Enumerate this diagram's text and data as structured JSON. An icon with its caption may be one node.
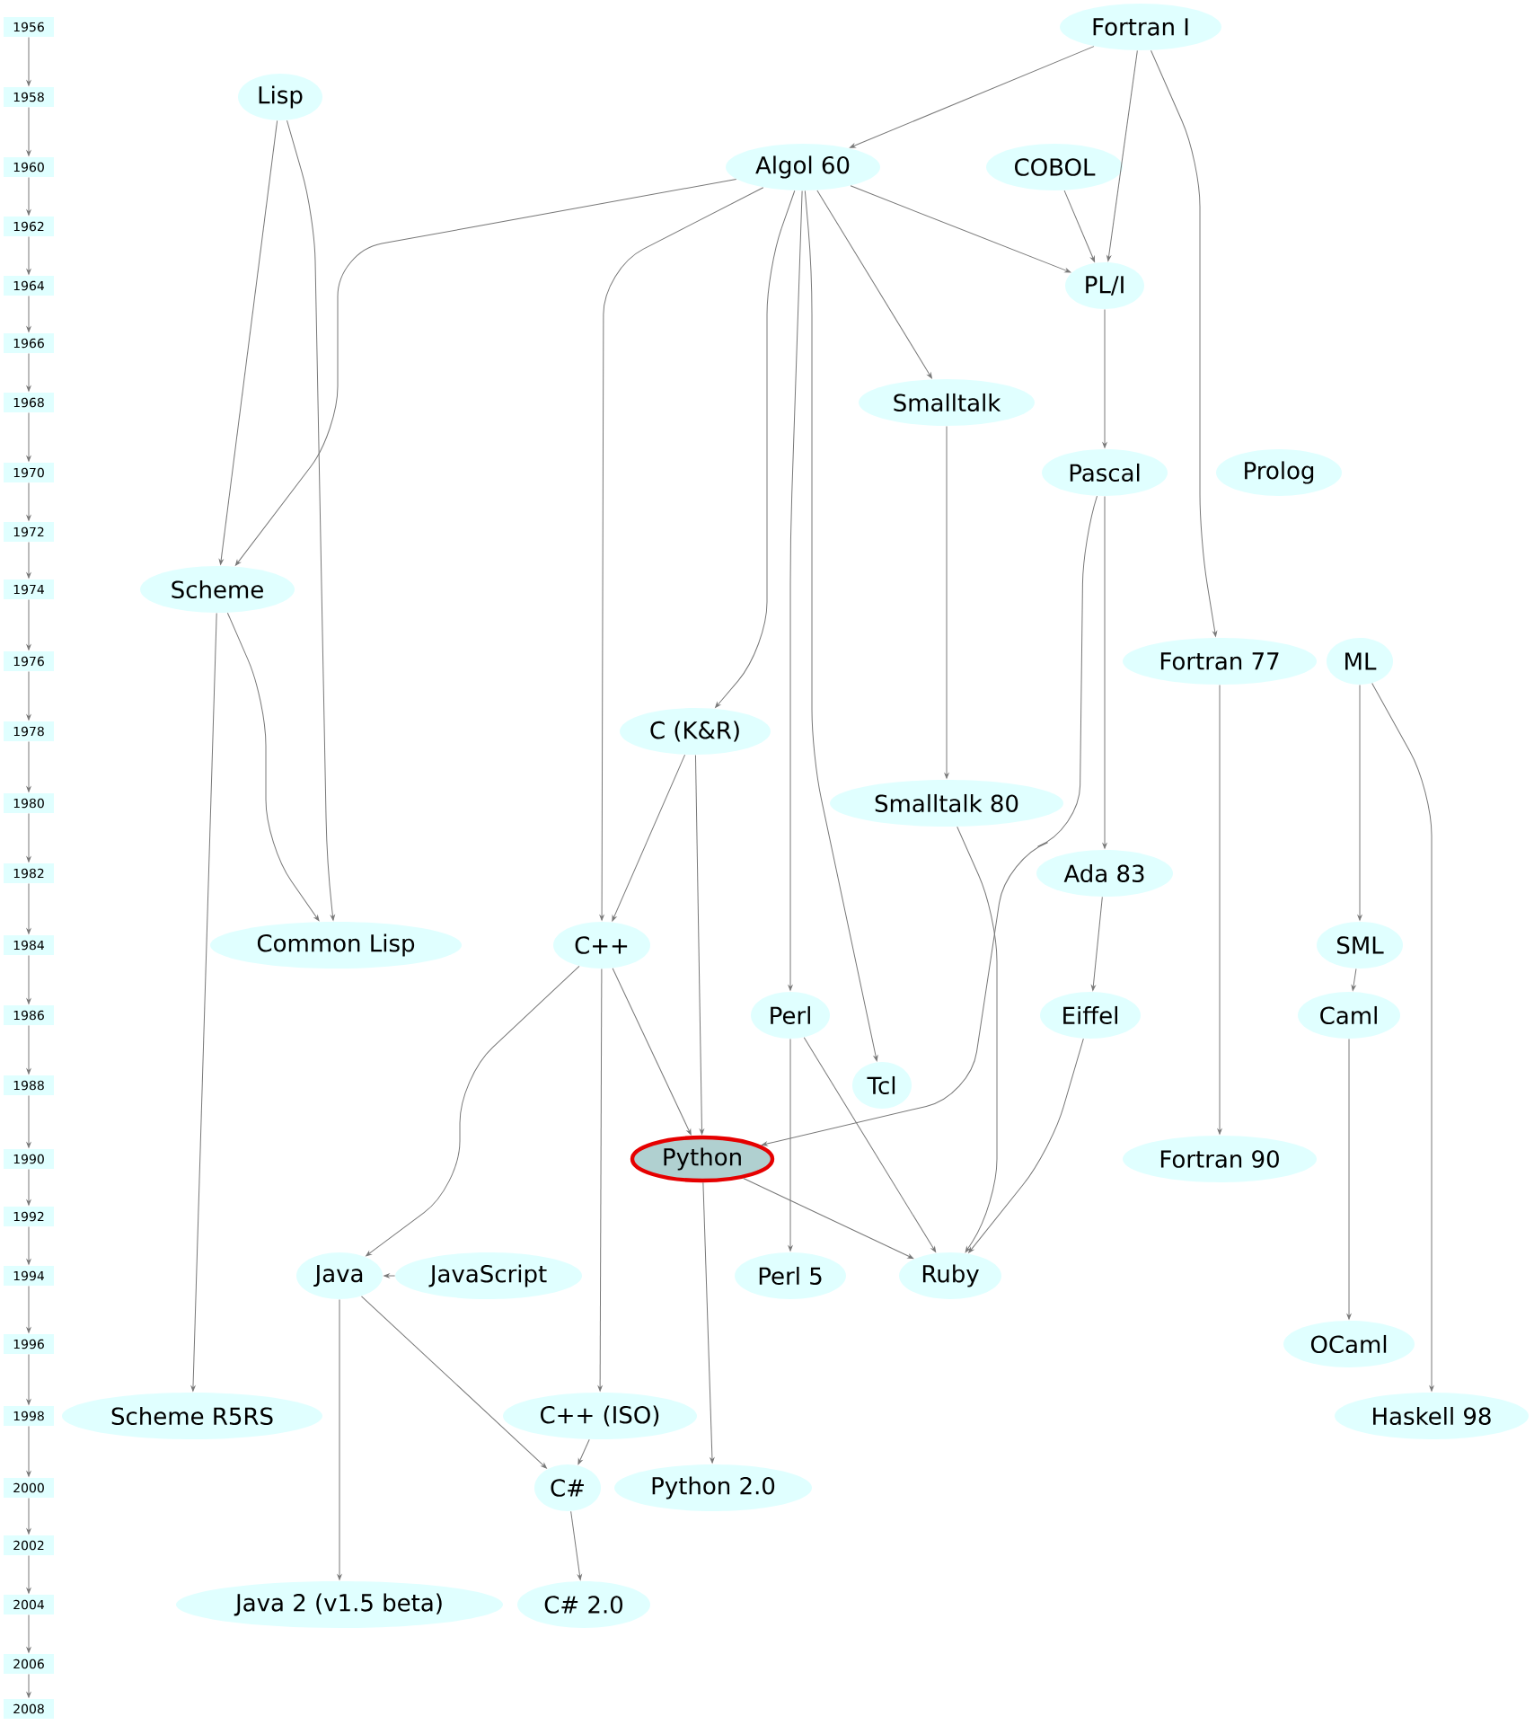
{
  "diagram": {
    "nodes": [
      {
        "text": [
          "1956"
        ]
      },
      {
        "text": [
          "1958"
        ]
      },
      {
        "text": [
          "1960"
        ]
      },
      {
        "text": [
          "1962"
        ]
      },
      {
        "text": [
          "1964"
        ]
      },
      {
        "text": [
          "1966"
        ]
      },
      {
        "text": [
          "1968"
        ]
      },
      {
        "text": [
          "1970"
        ]
      },
      {
        "text": [
          "1972"
        ]
      },
      {
        "text": [
          "1974"
        ]
      },
      {
        "text": [
          "1976"
        ]
      },
      {
        "text": [
          "1978"
        ]
      },
      {
        "text": [
          "1980"
        ]
      },
      {
        "text": [
          "1982"
        ]
      },
      {
        "text": [
          "1984"
        ]
      },
      {
        "text": [
          "1986"
        ]
      },
      {
        "text": [
          "1988"
        ]
      },
      {
        "text": [
          "1990"
        ]
      },
      {
        "text": [
          "1992"
        ]
      },
      {
        "text": [
          "1994"
        ]
      },
      {
        "text": [
          "1996"
        ]
      },
      {
        "text": [
          "1998"
        ]
      },
      {
        "text": [
          "2000"
        ]
      },
      {
        "text": [
          "2002"
        ]
      },
      {
        "text": [
          "2004"
        ]
      },
      {
        "text": [
          "2006"
        ]
      },
      {
        "text": [
          "2008"
        ]
      },
      {
        "text": [
          "Fortran I"
        ]
      },
      {
        "text": [
          "Lisp"
        ]
      },
      {
        "text": [
          "Algol 60"
        ]
      },
      {
        "text": [
          "COBOL"
        ]
      },
      {
        "text": [
          "PL/I"
        ]
      },
      {
        "text": [
          "Smalltalk"
        ]
      },
      {
        "text": [
          "Pascal"
        ]
      },
      {
        "text": [
          "Prolog"
        ]
      },
      {
        "text": [
          "Scheme"
        ]
      },
      {
        "text": [
          "Fortran 77"
        ]
      },
      {
        "text": [
          "ML"
        ]
      },
      {
        "text": [
          "C (K&R)"
        ]
      },
      {
        "text": [
          "Smalltalk 80"
        ]
      },
      {
        "text": [
          "Ada 83"
        ]
      },
      {
        "text": [
          "Common Lisp"
        ]
      },
      {
        "text": [
          "C++"
        ]
      },
      {
        "text": [
          "SML"
        ]
      },
      {
        "text": [
          "Perl"
        ]
      },
      {
        "text": [
          "Eiffel"
        ]
      },
      {
        "text": [
          "Caml"
        ]
      },
      {
        "text": [
          "Tcl"
        ]
      },
      {
        "text": [
          "Python"
        ]
      },
      {
        "text": [
          "Fortran 90"
        ]
      },
      {
        "text": [
          "Java"
        ]
      },
      {
        "text": [
          "JavaScript"
        ]
      },
      {
        "text": [
          "Perl 5"
        ]
      },
      {
        "text": [
          "Ruby"
        ]
      },
      {
        "text": [
          "OCaml"
        ]
      },
      {
        "text": [
          "Scheme R5RS"
        ]
      },
      {
        "text": [
          "C++ (ISO)"
        ]
      },
      {
        "text": [
          "Haskell 98"
        ]
      },
      {
        "text": [
          "C#"
        ]
      },
      {
        "text": [
          "Python 2.0"
        ]
      },
      {
        "text": [
          "Java 2 (v1.5 beta)"
        ]
      },
      {
        "text": [
          "C# 2.0"
        ]
      }
    ],
    "edges": [
      {
        "from": 0,
        "to": 1,
        "arrow": "to"
      },
      {
        "from": 1,
        "to": 2,
        "arrow": "to"
      },
      {
        "from": 2,
        "to": 3,
        "arrow": "to"
      },
      {
        "from": 3,
        "to": 4,
        "arrow": "to"
      },
      {
        "from": 4,
        "to": 5,
        "arrow": "to"
      },
      {
        "from": 5,
        "to": 6,
        "arrow": "to"
      },
      {
        "from": 6,
        "to": 7,
        "arrow": "to"
      },
      {
        "from": 7,
        "to": 8,
        "arrow": "to"
      },
      {
        "from": 8,
        "to": 9,
        "arrow": "to"
      },
      {
        "from": 9,
        "to": 10,
        "arrow": "to"
      },
      {
        "from": 10,
        "to": 11,
        "arrow": "to"
      },
      {
        "from": 11,
        "to": 12,
        "arrow": "to"
      },
      {
        "from": 12,
        "to": 13,
        "arrow": "to"
      },
      {
        "from": 13,
        "to": 14,
        "arrow": "to"
      },
      {
        "from": 14,
        "to": 15,
        "arrow": "to"
      },
      {
        "from": 15,
        "to": 16,
        "arrow": "to"
      },
      {
        "from": 16,
        "to": 17,
        "arrow": "to"
      },
      {
        "from": 17,
        "to": 18,
        "arrow": "to"
      },
      {
        "from": 18,
        "to": 19,
        "arrow": "to"
      },
      {
        "from": 19,
        "to": 20,
        "arrow": "to"
      },
      {
        "from": 20,
        "to": 21,
        "arrow": "to"
      },
      {
        "from": 21,
        "to": 22,
        "arrow": "to"
      },
      {
        "from": 22,
        "to": 23,
        "arrow": "to"
      },
      {
        "from": 23,
        "to": 24,
        "arrow": "to"
      },
      {
        "from": 24,
        "to": 25,
        "arrow": "to"
      },
      {
        "from": 25,
        "to": 26,
        "arrow": "to"
      },
      {
        "from": 27,
        "to": 29,
        "arrow": "to"
      },
      {
        "from": 27,
        "to": 31,
        "arrow": "to"
      },
      {
        "from": 27,
        "to": 36,
        "arrow": "to"
      },
      {
        "from": 28,
        "to": 35,
        "arrow": "to"
      },
      {
        "from": 28,
        "to": 41,
        "arrow": "to"
      },
      {
        "from": 29,
        "to": 35,
        "arrow": "to"
      },
      {
        "from": 29,
        "to": 42,
        "arrow": "to"
      },
      {
        "from": 29,
        "to": 38,
        "arrow": "to"
      },
      {
        "from": 29,
        "to": 44,
        "arrow": "to"
      },
      {
        "from": 29,
        "to": 47,
        "arrow": "to"
      },
      {
        "from": 29,
        "to": 32,
        "arrow": "to"
      },
      {
        "from": 29,
        "to": 31,
        "arrow": "to"
      },
      {
        "from": 30,
        "to": 31,
        "arrow": "to"
      },
      {
        "from": 31,
        "to": 33,
        "arrow": "to"
      },
      {
        "from": 32,
        "to": 39,
        "arrow": "to"
      },
      {
        "from": 33,
        "to": 48,
        "arrow": "to"
      },
      {
        "from": 33,
        "to": 40,
        "arrow": "to"
      },
      {
        "from": 35,
        "to": 55,
        "arrow": "to"
      },
      {
        "from": 35,
        "to": 41,
        "arrow": "to"
      },
      {
        "from": 36,
        "to": 49,
        "arrow": "to"
      },
      {
        "from": 37,
        "to": 43,
        "arrow": "to"
      },
      {
        "from": 37,
        "to": 57,
        "arrow": "to"
      },
      {
        "from": 38,
        "to": 42,
        "arrow": "to"
      },
      {
        "from": 38,
        "to": 48,
        "arrow": "to"
      },
      {
        "from": 39,
        "to": 53,
        "arrow": "to"
      },
      {
        "from": 40,
        "to": 45,
        "arrow": "to"
      },
      {
        "from": 42,
        "to": 50,
        "arrow": "to"
      },
      {
        "from": 42,
        "to": 56,
        "arrow": "to"
      },
      {
        "from": 42,
        "to": 48,
        "arrow": "to"
      },
      {
        "from": 43,
        "to": 46,
        "arrow": "to"
      },
      {
        "from": 44,
        "to": 52,
        "arrow": "to"
      },
      {
        "from": 44,
        "to": 53,
        "arrow": "to"
      },
      {
        "from": 45,
        "to": 53,
        "arrow": "to"
      },
      {
        "from": 46,
        "to": 54,
        "arrow": "to"
      },
      {
        "from": 48,
        "to": 53,
        "arrow": "to"
      },
      {
        "from": 48,
        "to": 59,
        "arrow": "to"
      },
      {
        "from": 51,
        "to": 50,
        "arrow": "to"
      },
      {
        "from": 50,
        "to": 60,
        "arrow": "to"
      },
      {
        "from": 50,
        "to": 58,
        "arrow": "to"
      },
      {
        "from": 56,
        "to": 58,
        "arrow": "to"
      },
      {
        "from": 58,
        "to": 61,
        "arrow": "to"
      }
    ]
  }
}
